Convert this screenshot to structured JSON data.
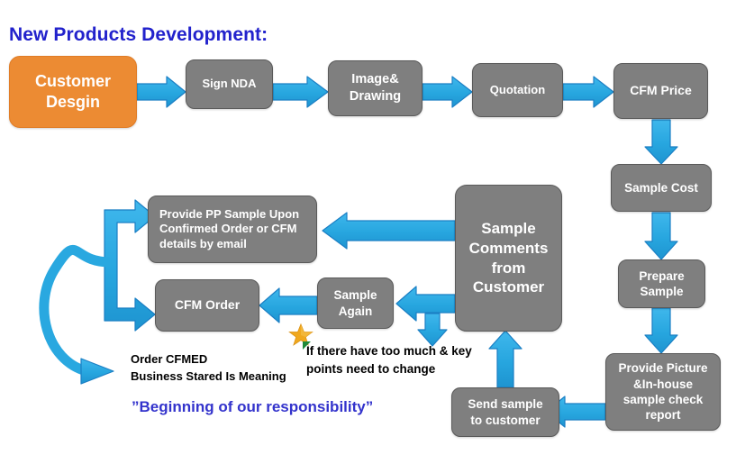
{
  "page": {
    "title": "New Products Development:",
    "title_color": "#2222cc",
    "background": "#ffffff"
  },
  "colors": {
    "accent_orange": "#ec8b33",
    "node_gray": "#7f7f7f",
    "node_border": "#5a5a5a",
    "arrow_blue": "#29a8e0",
    "arrow_border": "#1b7fc4",
    "text_blue": "#3333cc",
    "star_gold": "#f0a81e"
  },
  "nodes": [
    {
      "id": "customer-design",
      "label": "Customer\nDesgin",
      "style": "orange"
    },
    {
      "id": "sign-nda",
      "label": "Sign NDA",
      "style": "gray"
    },
    {
      "id": "image-drawing",
      "label": "Image&\nDrawing",
      "style": "gray"
    },
    {
      "id": "quotation",
      "label": "Quotation",
      "style": "gray"
    },
    {
      "id": "cfm-price",
      "label": "CFM Price",
      "style": "gray"
    },
    {
      "id": "sample-cost",
      "label": "Sample Cost",
      "style": "gray"
    },
    {
      "id": "prepare-sample",
      "label": "Prepare\nSample",
      "style": "gray"
    },
    {
      "id": "provide-picture",
      "label": "Provide Picture\n&In-house\nsample check\nreport",
      "style": "gray"
    },
    {
      "id": "send-sample",
      "label": "Send sample\nto customer",
      "style": "gray"
    },
    {
      "id": "sample-comments",
      "label": "Sample\nComments\nfrom\nCustomer",
      "style": "gray"
    },
    {
      "id": "sample-again",
      "label": "Sample\nAgain",
      "style": "gray"
    },
    {
      "id": "cfm-order",
      "label": "CFM Order",
      "style": "gray"
    },
    {
      "id": "provide-pp-sample",
      "label": "Provide PP Sample Upon\nConfirmed Order or CFM\ndetails by email",
      "style": "gray"
    }
  ],
  "annotations": {
    "change_note": "If there have too much & key\npoints need to change",
    "order_note": "Order CFMED\nBusiness Stared Is  Meaning",
    "responsibility_note": "”Beginning of our responsibility”",
    "star_icon": "star-icon"
  },
  "flow": [
    "customer-design -> sign-nda",
    "sign-nda -> image-drawing",
    "image-drawing -> quotation",
    "quotation -> cfm-price",
    "cfm-price -> sample-cost",
    "sample-cost -> prepare-sample",
    "prepare-sample -> provide-picture",
    "provide-picture -> send-sample",
    "send-sample -> sample-comments",
    "sample-comments -> provide-pp-sample",
    "sample-comments -> sample-again",
    "sample-again -> cfm-order",
    "cfm-order -> provide-pp-sample (loop back)"
  ]
}
